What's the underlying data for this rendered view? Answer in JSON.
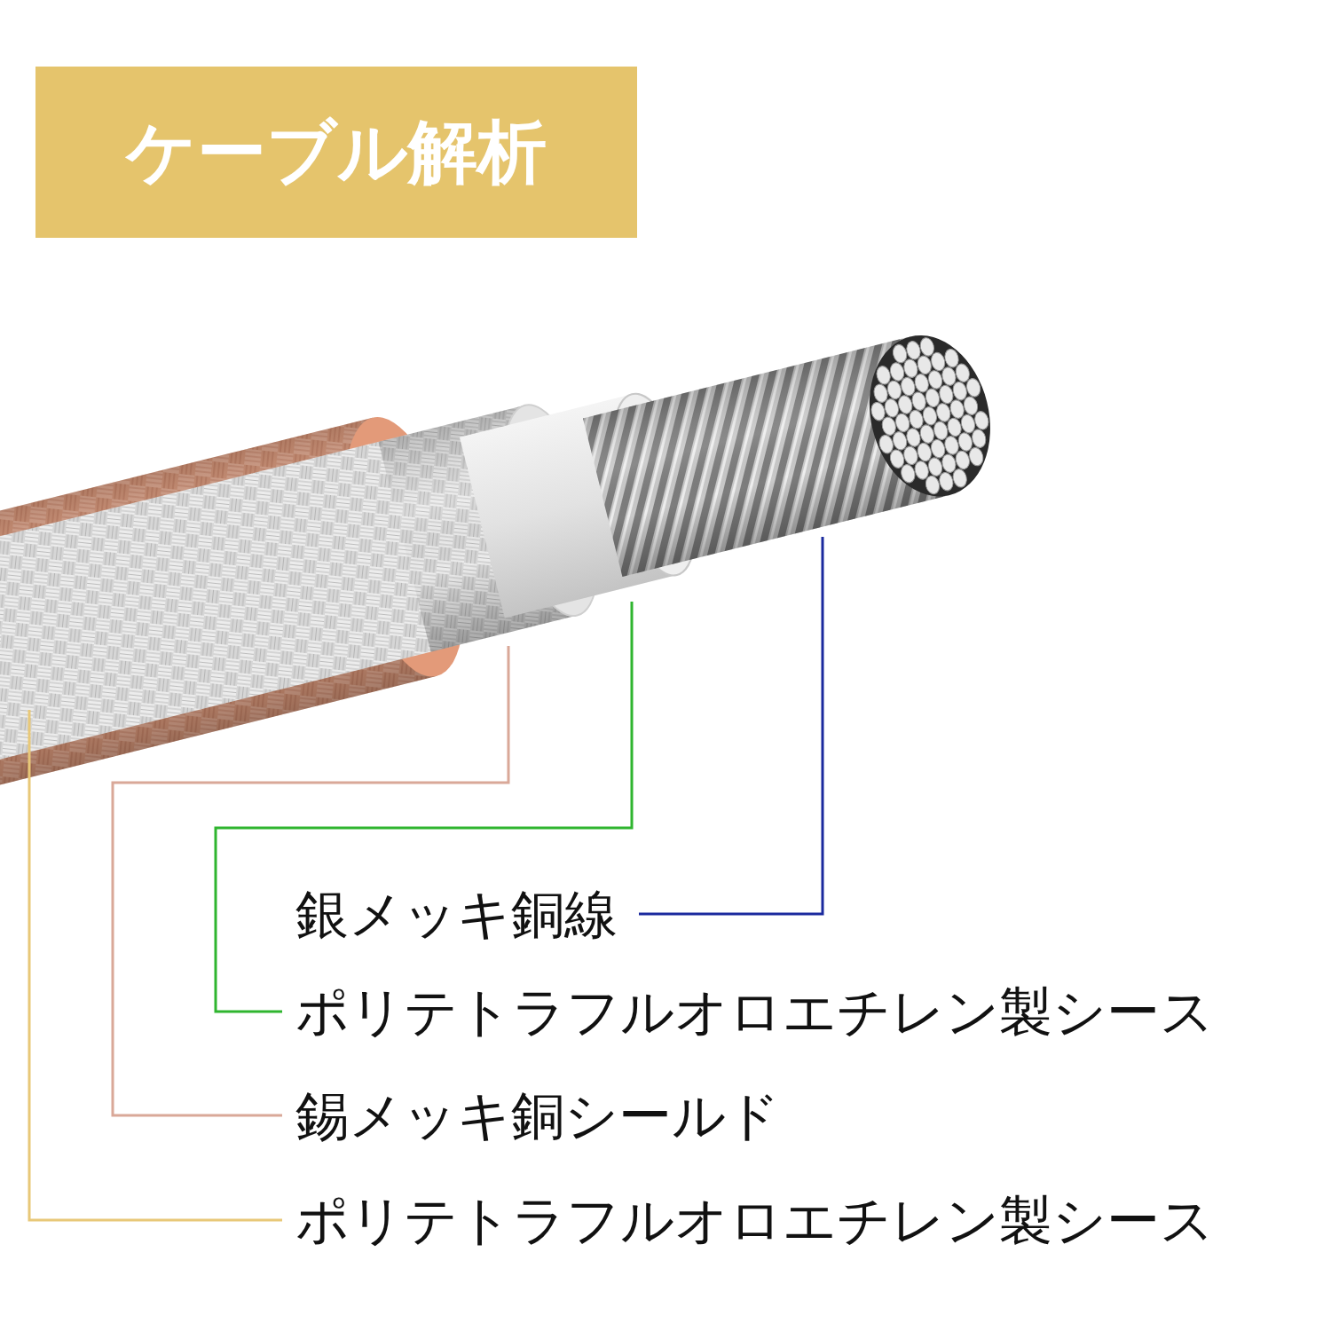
{
  "diagram": {
    "title": "ケーブル解析",
    "labels": [
      "銀メッキ銅線",
      "ポリテトラフルオロエチレン製シース",
      "錫メッキ銅シールド",
      "ポリテトラフルオロエチレン製シース"
    ]
  }
}
